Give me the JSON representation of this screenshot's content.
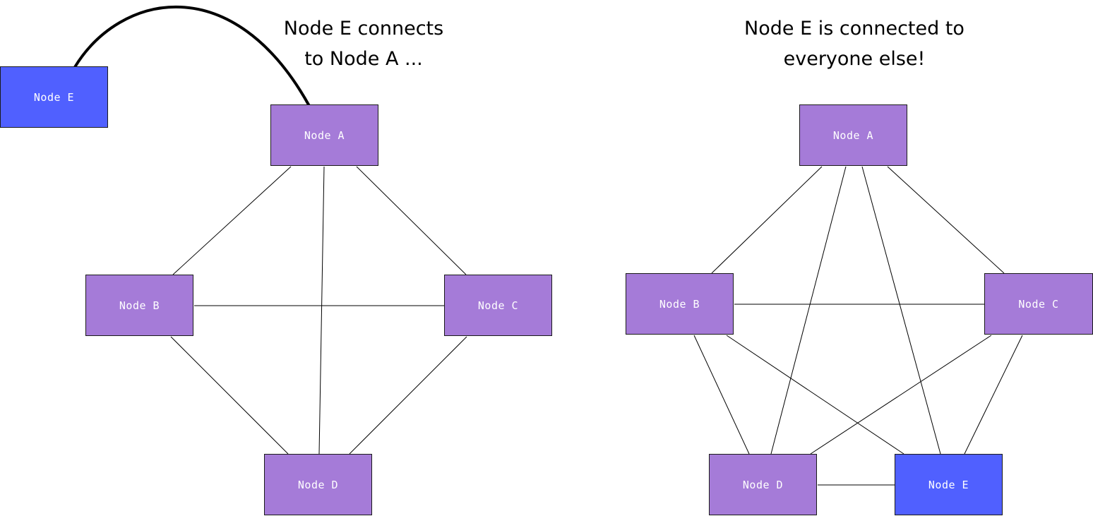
{
  "colors": {
    "node_default": "#a57bd8",
    "node_highlight": "#5060ff",
    "edge": "#000000"
  },
  "left_panel": {
    "caption_line1": "Node E connects",
    "caption_line2": "to Node A ...",
    "nodes": {
      "a": "Node A",
      "b": "Node B",
      "c": "Node C",
      "d": "Node D",
      "e": "Node E"
    },
    "edges": [
      [
        "A",
        "B"
      ],
      [
        "A",
        "C"
      ],
      [
        "A",
        "D"
      ],
      [
        "B",
        "C"
      ],
      [
        "B",
        "D"
      ],
      [
        "C",
        "D"
      ]
    ],
    "new_edge": [
      "E",
      "A"
    ]
  },
  "right_panel": {
    "caption_line1": "Node E is connected to",
    "caption_line2": "everyone else!",
    "nodes": {
      "a": "Node A",
      "b": "Node B",
      "c": "Node C",
      "d": "Node D",
      "e": "Node E"
    },
    "edges": [
      [
        "A",
        "B"
      ],
      [
        "A",
        "C"
      ],
      [
        "A",
        "D"
      ],
      [
        "A",
        "E"
      ],
      [
        "B",
        "C"
      ],
      [
        "B",
        "D"
      ],
      [
        "B",
        "E"
      ],
      [
        "C",
        "D"
      ],
      [
        "C",
        "E"
      ],
      [
        "D",
        "E"
      ]
    ]
  }
}
